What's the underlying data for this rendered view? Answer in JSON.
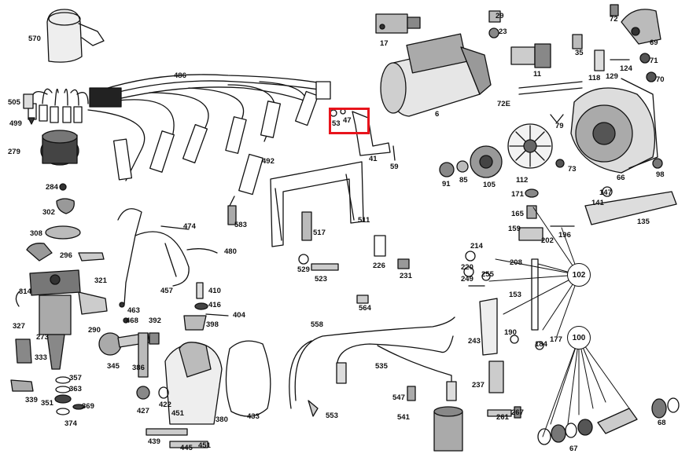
{
  "highlight_color": "#e8141c",
  "part_numbers": [
    "570",
    "486",
    "505",
    "499",
    "279",
    "284",
    "302",
    "308",
    "296",
    "321",
    "314",
    "327",
    "273",
    "333",
    "339",
    "351",
    "357",
    "363",
    "369",
    "374",
    "290",
    "345",
    "386",
    "392",
    "463",
    "468",
    "457",
    "474",
    "480",
    "492",
    "583",
    "410",
    "416",
    "404",
    "398",
    "427",
    "422",
    "451",
    "439",
    "445",
    "380",
    "433",
    "17",
    "29",
    "23",
    "6",
    "11",
    "35",
    "118",
    "129",
    "124",
    "72",
    "69",
    "71",
    "70",
    "72E",
    "79",
    "112",
    "73",
    "53",
    "47",
    "41",
    "59",
    "91",
    "85",
    "105",
    "98",
    "66",
    "171",
    "147",
    "141",
    "135",
    "165",
    "159",
    "196",
    "202",
    "214",
    "220",
    "208",
    "249",
    "255",
    "153",
    "102",
    "517",
    "511",
    "529",
    "523",
    "226",
    "231",
    "564",
    "558",
    "535",
    "547",
    "541",
    "553",
    "190",
    "184",
    "177",
    "243",
    "237",
    "100",
    "261",
    "267",
    "68",
    "67"
  ],
  "callout_circles": [
    "102",
    "100"
  ]
}
